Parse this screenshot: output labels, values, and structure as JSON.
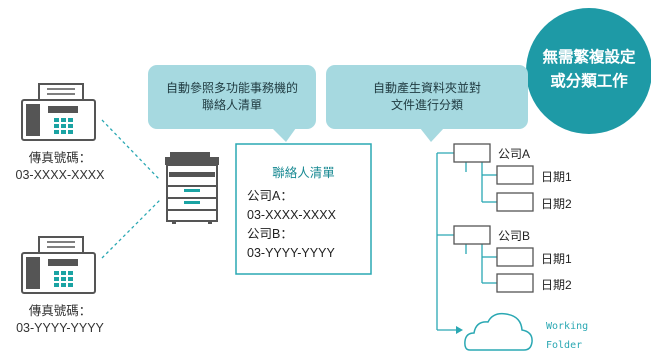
{
  "colors": {
    "teal": "#1e9aa6",
    "bubble": "#a6d9e0",
    "gray": "#555555",
    "line": "#2aa8b3"
  },
  "icons": [
    "fax-machine-icon",
    "multifunction-printer-icon",
    "folder-icon",
    "cloud-icon"
  ],
  "fax_top": {
    "label": "傳真號碼：",
    "number": "03-XXXX-XXXX"
  },
  "fax_bottom": {
    "label": "傳真號碼：",
    "number": "03-YYYY-YYYY"
  },
  "bubble_left": {
    "line1": "自動參照多功能事務機的",
    "line2": "聯絡人清單"
  },
  "bubble_right": {
    "line1": "自動產生資料夾並對",
    "line2": "文件進行分類"
  },
  "circle": {
    "line1": "無需繁複設定",
    "line2": "或分類工作"
  },
  "contact_card": {
    "title": "聯絡人清單",
    "company_a": "公司A：",
    "number_a": "03-XXXX-XXXX",
    "company_b": "公司B：",
    "number_b": "03-YYYY-YYYY"
  },
  "folders": {
    "company_a": "公司A",
    "date_a1": "日期1",
    "date_a2": "日期2",
    "company_b": "公司B",
    "date_b1": "日期1",
    "date_b2": "日期2"
  },
  "cloud": {
    "line1": "Working",
    "line2": "Folder"
  }
}
